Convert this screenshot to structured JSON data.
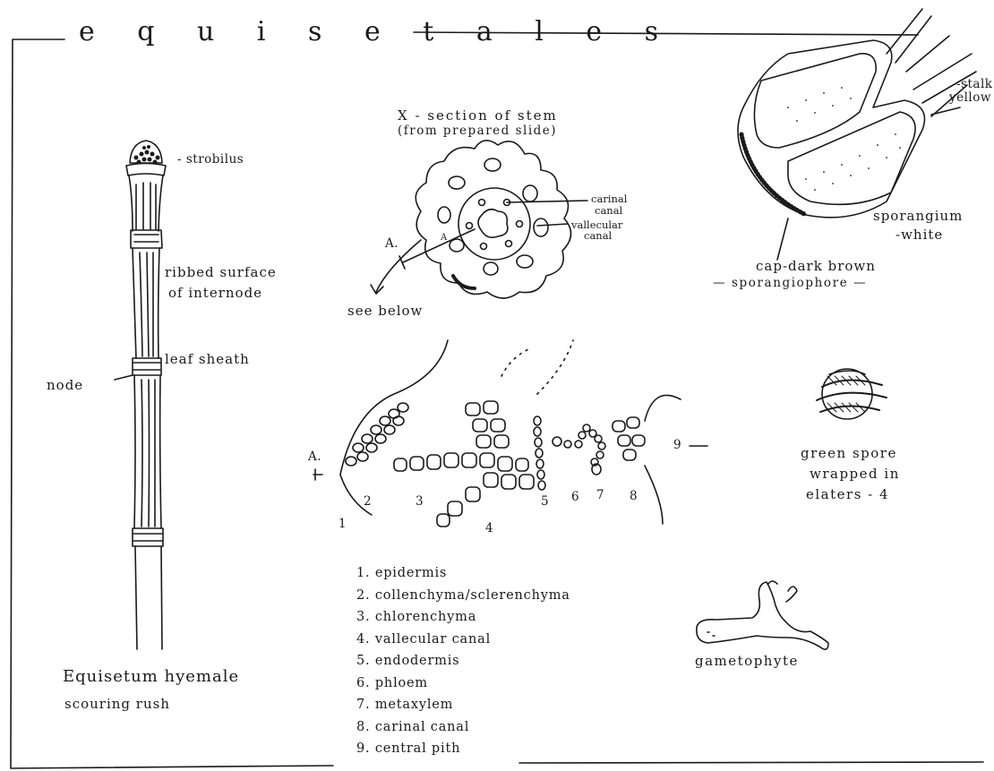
{
  "title": "e q u i s e t a l e s",
  "plant": {
    "label_strobilus": "- strobilus",
    "label_ribbed": "ribbed surface",
    "label_internode": "of internode",
    "label_leaf_sheath": "leaf sheath",
    "label_node": "node",
    "species": "Equisetum hyemale",
    "common_name": "scouring rush"
  },
  "stem_section": {
    "title": "X - section of stem",
    "subtitle": "(from prepared slide)",
    "label_carinal": "carinal",
    "label_canal_1": "canal",
    "label_vallecular": "vallecular",
    "label_canal_2": "canal",
    "label_a": "A.",
    "label_a_inner": "A",
    "see_below": "see below"
  },
  "sporangiophore": {
    "stalk": "-stalk",
    "stalk_color": "yellow",
    "sporangium": "sporangium",
    "sporangium_color": "-white",
    "cap": "cap-dark brown",
    "name": "— sporangiophore —"
  },
  "detail": {
    "label_a": "A.",
    "numbers": [
      "1",
      "2",
      "3",
      "4",
      "5",
      "6",
      "7",
      "8",
      "9"
    ]
  },
  "spore": {
    "line1": "green spore",
    "line2": "wrapped in",
    "line3": "elaters - 4"
  },
  "gametophyte": {
    "label": "gametophyte"
  },
  "legend": [
    "1. epidermis",
    "2. collenchyma/sclerenchyma",
    "3. chlorenchyma",
    "4. vallecular canal",
    "5. endodermis",
    "6. phloem",
    "7. metaxylem",
    "8. carinal canal",
    "9. central pith"
  ]
}
